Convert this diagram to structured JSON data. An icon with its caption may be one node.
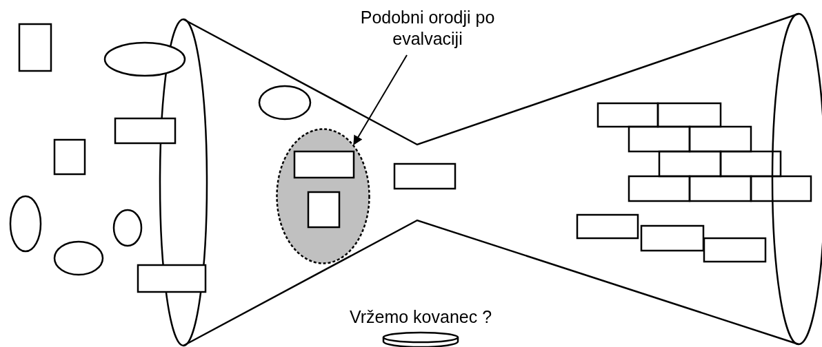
{
  "diagram": {
    "nodes": [
      {
        "text": [
          "Podobni orodji po evalvaciji"
        ]
      },
      {
        "text": [],
        "shape": "ellipse"
      },
      {
        "text": [],
        "shape": "box",
        "in": 1
      },
      {
        "text": [],
        "shape": "box",
        "in": 1
      }
    ],
    "edges": [
      {
        "from": 0,
        "to": 1,
        "arrow": "to"
      }
    ],
    "labels": [
      "Vržemo kovanec ?"
    ]
  }
}
